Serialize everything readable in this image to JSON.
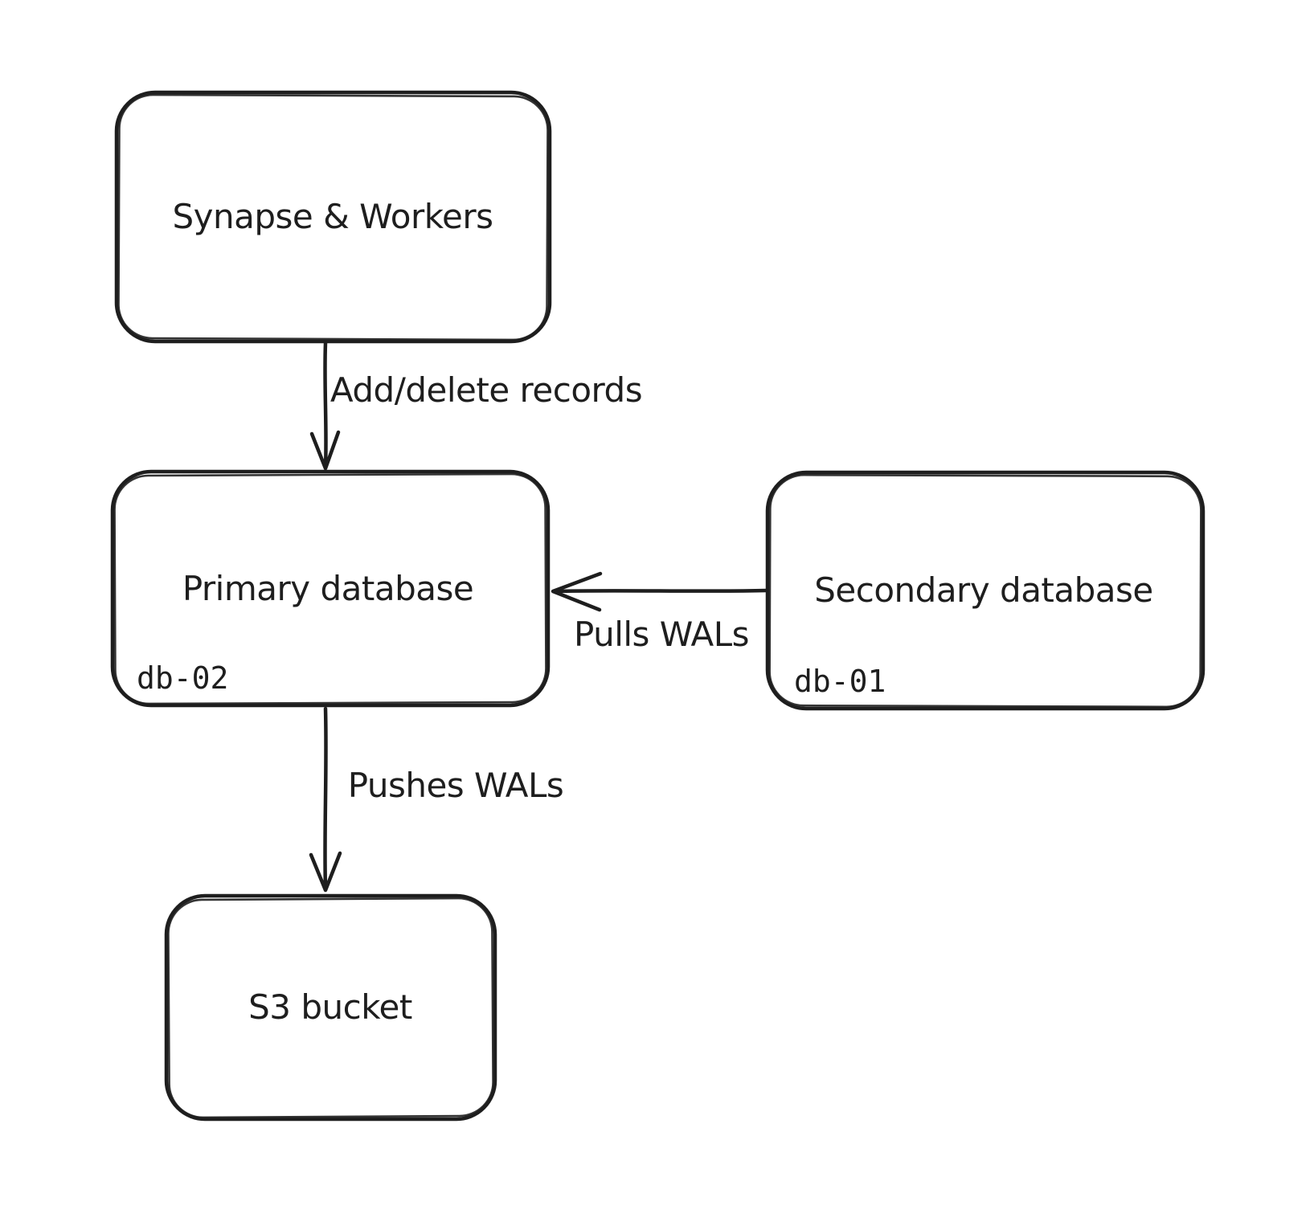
{
  "canvas": {
    "background": "#ffffff",
    "stroke_color": "#1e1e1e",
    "text_color": "#1e1e1e",
    "style": "hand-drawn"
  },
  "nodes": [
    {
      "id": "synapse-workers",
      "label": "Synapse & Workers",
      "sublabel": ""
    },
    {
      "id": "primary-database",
      "label": "Primary database",
      "sublabel": "db-02"
    },
    {
      "id": "secondary-database",
      "label": "Secondary database",
      "sublabel": "db-01"
    },
    {
      "id": "s3-bucket",
      "label": "S3 bucket",
      "sublabel": ""
    }
  ],
  "edges": [
    {
      "id": "add-delete-records",
      "label": "Add/delete records",
      "from": "synapse-workers",
      "to": "primary-database",
      "direction": "down"
    },
    {
      "id": "pulls-wals",
      "label": "Pulls WALs",
      "from": "secondary-database",
      "to": "primary-database",
      "direction": "left"
    },
    {
      "id": "pushes-wals",
      "label": "Pushes WALs",
      "from": "primary-database",
      "to": "s3-bucket",
      "direction": "down"
    }
  ]
}
